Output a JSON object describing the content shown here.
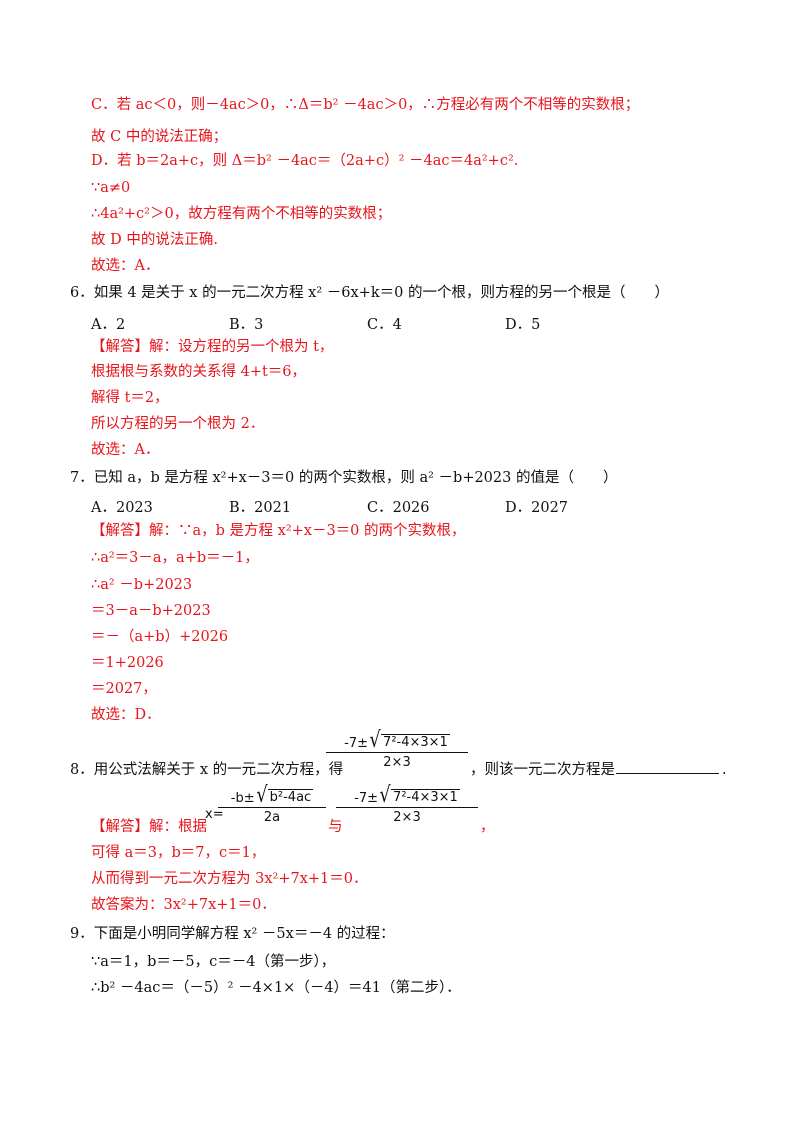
{
  "colors": {
    "answer": "#e8141b",
    "text": "#111111"
  },
  "lines": {
    "l1": "C．若 ac＜0，则－4ac＞0，∴Δ＝b² －4ac＞0，∴方程必有两个不相等的实数根；",
    "l2": "故 C 中的说法正确；",
    "l3": "D．若 b＝2a+c，则 Δ＝b² －4ac＝（2a+c）² －4ac＝4a²+c².",
    "l4": "∵a≠0",
    "l5": "∴4a²+c²＞0，故方程有两个不相等的实数根；",
    "l6": "故 D 中的说法正确.",
    "l7": "故选：A．"
  },
  "q6": {
    "stem": "6．如果 4 是关于 x 的一元二次方程 x² －6x+k＝0 的一个根，则方程的另一个根是（　　）",
    "options": [
      "A．2",
      "B．3",
      "C．4",
      "D．5"
    ],
    "answer": [
      "【解答】解：设方程的另一个根为 t，",
      "根据根与系数的关系得 4+t＝6，",
      "解得 t＝2，",
      "所以方程的另一个根为 2．",
      "故选：A．"
    ]
  },
  "q7": {
    "stem": "7．已知 a，b 是方程 x²+x－3＝0 的两个实数根，则 a² －b+2023 的值是（　　）",
    "options": [
      "A．2023",
      "B．2021",
      "C．2026",
      "D．2027"
    ],
    "answer": [
      "【解答】解：∵a，b 是方程 x²+x－3＝0 的两个实数根，",
      "∴a²＝3－a，a+b＝－1，",
      "∴a² －b+2023",
      "＝3－a－b+2023",
      "＝－（a+b）+2026",
      "＝1+2026",
      "＝2027，",
      "故选：D．"
    ]
  },
  "q8": {
    "stem_a": "8．用公式法解关于 x 的一元二次方程，得",
    "stem_b": "，则该一元二次方程是",
    "stem_end": ".",
    "frac_num_pre": "-7±",
    "frac_num_rad": "7²-4×3×1",
    "frac_den": "2×3",
    "answer_a": "【解答】解：根据",
    "formula_lhs": "x=",
    "formula_num_pre": "-b±",
    "formula_num_rad": "b²-4ac",
    "formula_den": "2a",
    "answer_mid": "与",
    "answer_end": "，",
    "answer": [
      "可得 a＝3，b＝7，c＝1，",
      "从而得到一元二次方程为 3x²+7x+1＝0．",
      "故答案为：3x²+7x+1＝0．"
    ]
  },
  "q9": {
    "stem": "9．下面是小明同学解方程 x² －5x＝－4 的过程：",
    "steps": [
      "∵a＝1，b＝－5，c＝－4（第一步），",
      "∴b² －4ac＝（－5）² －4×1×（－4）＝41（第二步）．"
    ]
  }
}
